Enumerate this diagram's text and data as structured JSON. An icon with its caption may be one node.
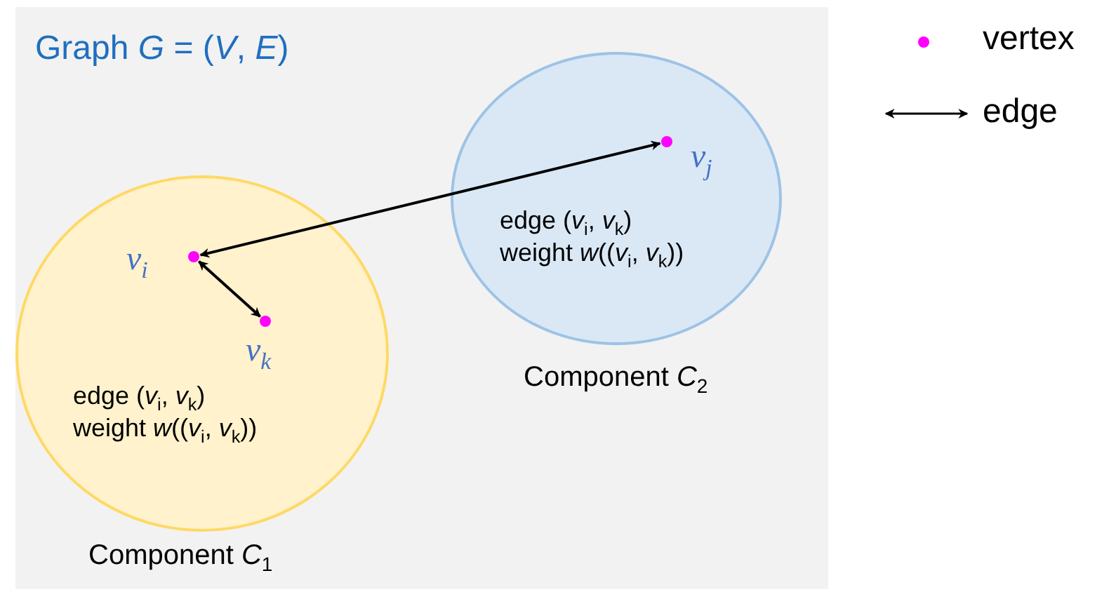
{
  "diagram": {
    "nodes": [
      {
        "text": [
          "Graph *G* = (*V*, *E*)"
        ]
      },
      {
        "text": [
          "Component *C*$_{1}$"
        ],
        "in": 0
      },
      {
        "text": [
          "v$_{i}$"
        ],
        "in": 1
      },
      {
        "text": [
          "v$_{k}$"
        ],
        "in": 1
      },
      {
        "text": [
          "Component *C*$_{2}$"
        ],
        "in": 0
      },
      {
        "text": [
          "v$_{j}$"
        ],
        "in": 4
      }
    ],
    "edges": [
      {
        "from": 5,
        "to": 2,
        "arrow": "both"
      },
      {
        "from": 2,
        "to": 3,
        "arrow": "both"
      }
    ],
    "labels": [
      "edge (*v*$_{i}$, *v*$_{k}$)",
      "weight *w*((*v*$_{i}$, *v*$_{k}$))",
      "edge (*v*$_{i}$, *v*$_{k}$)",
      "weight *w*((*v*$_{i}$, *v*$_{k}$))"
    ],
    "legend": [
      {
        "text": "vertex",
        "color": "#ff00ff"
      },
      {
        "text": "edge"
      }
    ]
  }
}
